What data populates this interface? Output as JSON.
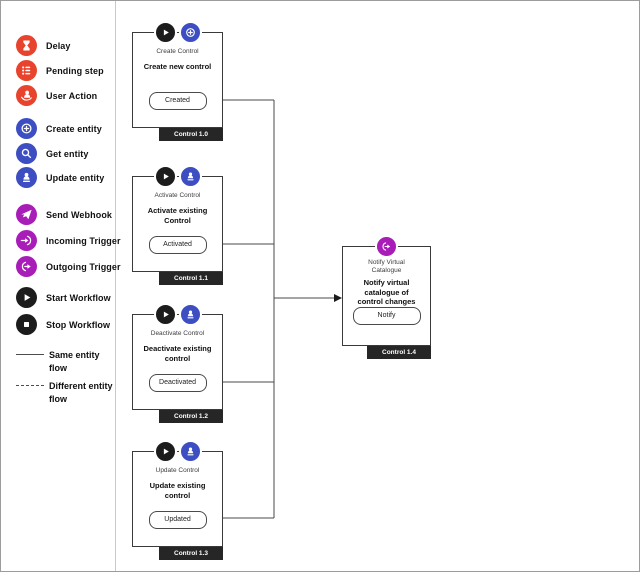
{
  "colors": {
    "red": "#E8432C",
    "blue": "#3C4EC1",
    "purple": "#A81CB8",
    "black": "#1C1C1C",
    "tag_bg": "#262626"
  },
  "legend": {
    "items": [
      {
        "label": "Delay",
        "icon": "delay-icon",
        "color": "#E8432C"
      },
      {
        "label": "Pending step",
        "icon": "pending-step-icon",
        "color": "#E8432C"
      },
      {
        "label": "User Action",
        "icon": "user-action-icon",
        "color": "#E8432C"
      },
      {
        "label": "Create entity",
        "icon": "create-entity-icon",
        "color": "#3C4EC1"
      },
      {
        "label": "Get entity",
        "icon": "get-entity-icon",
        "color": "#3C4EC1"
      },
      {
        "label": "Update entity",
        "icon": "update-entity-icon",
        "color": "#3C4EC1"
      },
      {
        "label": "Send Webhook",
        "icon": "send-webhook-icon",
        "color": "#A81CB8"
      },
      {
        "label": "Incoming Trigger",
        "icon": "incoming-trigger-icon",
        "color": "#A81CB8"
      },
      {
        "label": "Outgoing Trigger",
        "icon": "outgoing-trigger-icon",
        "color": "#A81CB8"
      },
      {
        "label": "Start Workflow",
        "icon": "start-workflow-icon",
        "color": "#1C1C1C"
      },
      {
        "label": "Stop Workflow",
        "icon": "stop-workflow-icon",
        "color": "#1C1C1C"
      }
    ],
    "flows": [
      {
        "label_line1": "Same entity",
        "label_line2": "flow",
        "style": "solid"
      },
      {
        "label_line1": "Different entity",
        "label_line2": "flow",
        "style": "dashed"
      }
    ]
  },
  "nodes": [
    {
      "name": "Create Control",
      "title": "Create new control",
      "button": "Created",
      "tag": "Control 1.0"
    },
    {
      "name": "Activate Control",
      "title": "Activate existing Control",
      "button": "Activated",
      "tag": "Control 1.1"
    },
    {
      "name": "Deactivate Control",
      "title": "Deactivate existing control",
      "button": "Deactivated",
      "tag": "Control 1.2"
    },
    {
      "name": "Update Control",
      "title": "Update existing control",
      "button": "Updated",
      "tag": "Control 1.3"
    },
    {
      "name": "Notify Virtual Catalogue",
      "title": "Notify virtual catalogue of control changes",
      "button": "Notify",
      "tag": "Control 1.4"
    }
  ]
}
